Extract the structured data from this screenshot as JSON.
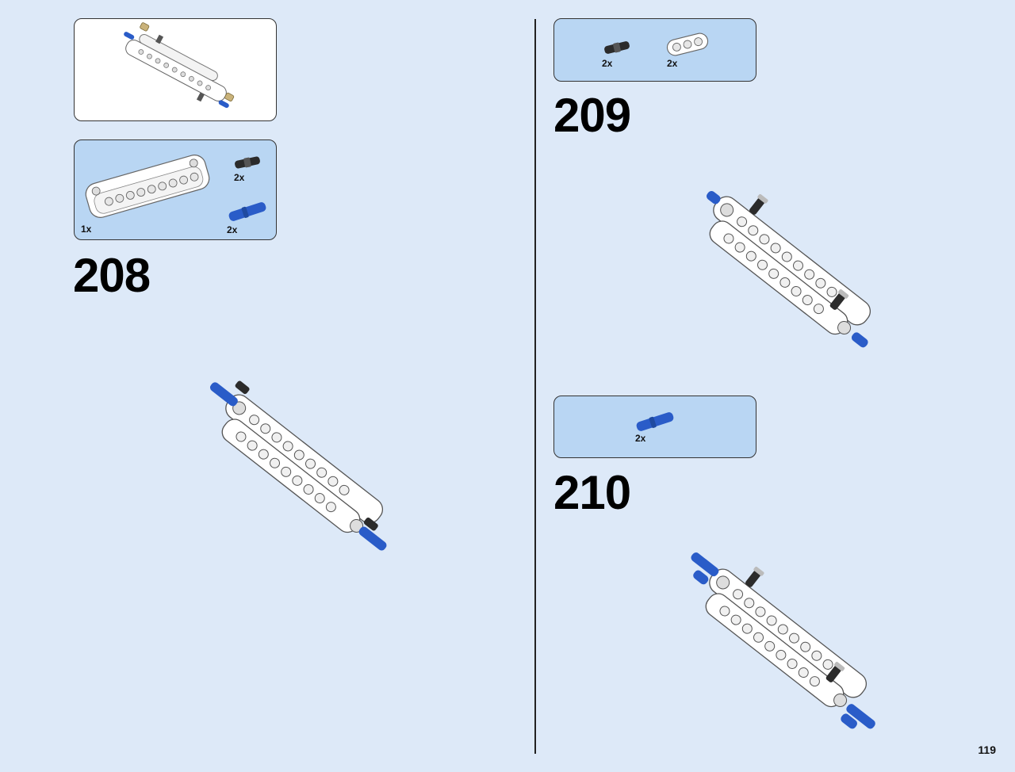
{
  "page": {
    "number": "119"
  },
  "left": {
    "submodel_thumbnail": {
      "label": ""
    },
    "step_208": {
      "number": "208",
      "parts": [
        {
          "name": "white-liftarm-panel",
          "qty": "1x"
        },
        {
          "name": "black-pin-connector",
          "qty": "2x"
        },
        {
          "name": "blue-axle-pin",
          "qty": "2x"
        }
      ]
    }
  },
  "right": {
    "step_209": {
      "number": "209",
      "parts": [
        {
          "name": "black-pin-connector",
          "qty": "2x"
        },
        {
          "name": "white-liftarm-3",
          "qty": "2x"
        }
      ]
    },
    "step_210": {
      "number": "210",
      "parts": [
        {
          "name": "blue-axle-pin",
          "qty": "2x"
        }
      ]
    }
  },
  "colors": {
    "background": "#dde9f8",
    "parts_box": "#b9d6f3",
    "beam_white": "#ffffff",
    "pin_blue": "#2a5cc8",
    "pin_black": "#2b2b2b"
  }
}
